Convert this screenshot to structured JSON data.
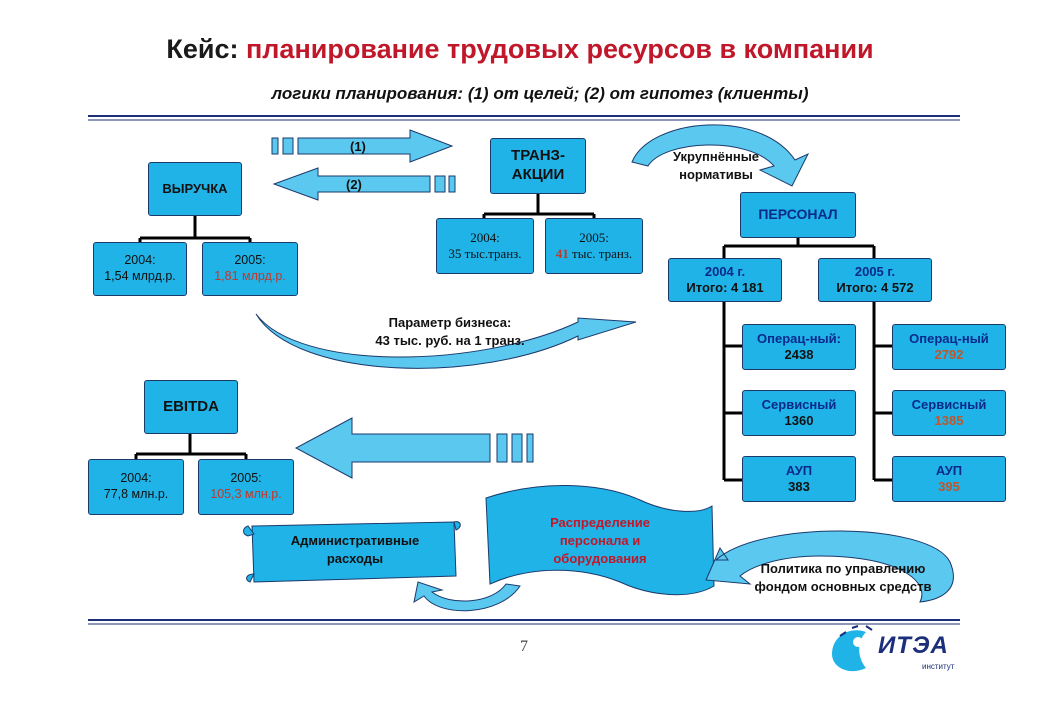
{
  "title": {
    "lead": "Кейс:",
    "rest": "планирование трудовых ресурсов в компании"
  },
  "subtitle": "логики планирования: (1) от целей; (2) от гипотез (клиенты)",
  "arrows": {
    "forward_label": "(1)",
    "backward_label": "(2)"
  },
  "revenue": {
    "title": "ВЫРУЧКА",
    "y2004_label": "2004:",
    "y2004_value": "1,54 млрд.р.",
    "y2005_label": "2005:",
    "y2005_value": "1,81 млрд.р."
  },
  "transactions": {
    "title_line1": "ТРАНЗ-",
    "title_line2": "АКЦИИ",
    "y2004_label": "2004:",
    "y2004_value": "35 тыс.транз.",
    "y2005_label": "2005:",
    "y2005_num": "41",
    "y2005_unit": " тыс. транз."
  },
  "norms": {
    "line1": "Укрупнённые",
    "line2": "нормативы"
  },
  "business_param": {
    "line1": "Параметр бизнеса:",
    "line2": "43 тыс. руб. на 1 транз."
  },
  "personnel": {
    "title": "ПЕРСОНАЛ",
    "y2004": {
      "line1": "2004 г.",
      "line2": "Итого: 4 181"
    },
    "y2005": {
      "line1": "2005 г.",
      "line2": "Итого: 4 572"
    },
    "ops2004": {
      "label": "Операц-ный:",
      "value": "2438"
    },
    "srv2004": {
      "label": "Сервисный",
      "value": "1360"
    },
    "aup2004": {
      "label": "АУП",
      "value": "383"
    },
    "ops2005": {
      "label": "Операц-ный",
      "value": "2792"
    },
    "srv2005": {
      "label": "Сервисный",
      "value": "1385"
    },
    "aup2005": {
      "label": "АУП",
      "value": "395"
    }
  },
  "ebitda": {
    "title": "EBITDA",
    "y2004_label": "2004:",
    "y2004_value": "77,8 млн.р.",
    "y2005_label": "2005:",
    "y2005_value": "105,3 млн.р."
  },
  "admin": {
    "line1": "Административные",
    "line2": "расходы"
  },
  "distribution": {
    "line1": "Распределение",
    "line2": "персонала и",
    "line3": "оборудования"
  },
  "policy": {
    "line1": "Политика по управлению",
    "line2": "фондом основных средств"
  },
  "page_number": "7",
  "logo": {
    "text": "ИТЭА",
    "caption": "институт"
  },
  "colors": {
    "box_fill": "#1fb3e8",
    "arrow_fill": "#5bc8ef",
    "title_red": "#c0182a",
    "rule_blue": "#1b2f7a"
  }
}
